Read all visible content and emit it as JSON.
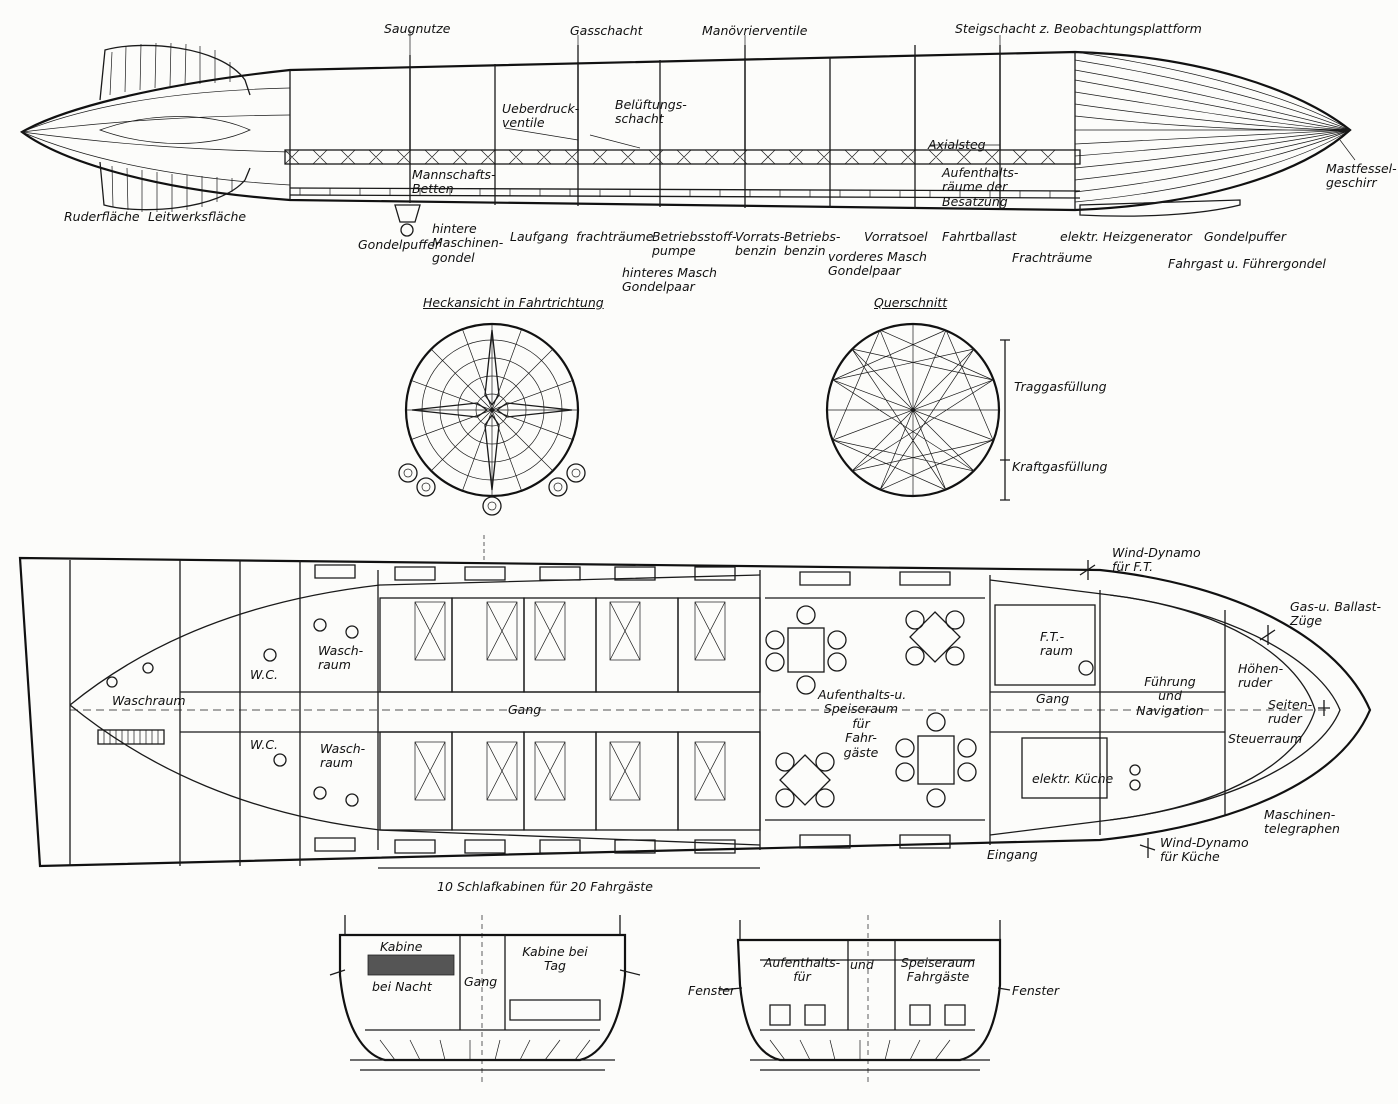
{
  "side_view": {
    "labels": [
      {
        "id": "saugnutze",
        "text": "Saugnutze"
      },
      {
        "id": "gasschacht",
        "text": "Gasschacht"
      },
      {
        "id": "manoevrierventile",
        "text": "Manövrierventile"
      },
      {
        "id": "steigschacht",
        "text": "Steigschacht z. Beobachtungsplattform"
      },
      {
        "id": "ueberdruckventile",
        "text": "Ueberdruck-\nventile"
      },
      {
        "id": "belueftungsschacht",
        "text": "Belüftungs-\nschacht"
      },
      {
        "id": "axialsteg",
        "text": "Axialsteg"
      },
      {
        "id": "mastfesselgeschirr",
        "text": "Mastfessel-\ngeschirr"
      },
      {
        "id": "mannschaftsbetten",
        "text": "Mannschafts-\nBetten"
      },
      {
        "id": "aufenthaltsraeume",
        "text": "Aufenthalts-\nräume der\nBesatzung"
      },
      {
        "id": "ruderflaeche",
        "text": "Ruderfläche"
      },
      {
        "id": "leitwerksflaeche",
        "text": "Leitwerksfläche"
      },
      {
        "id": "hintere_maschinengondel",
        "text": "hintere\nMaschinen-\ngondel"
      },
      {
        "id": "gondelpuffer_hinten",
        "text": "Gondelpuffer"
      },
      {
        "id": "laufgang",
        "text": "Laufgang"
      },
      {
        "id": "frachtraeume_hinten",
        "text": "frachträume"
      },
      {
        "id": "betriebsstoffpumpe",
        "text": "Betriebsstoff-\npumpe"
      },
      {
        "id": "vorratsbenzin",
        "text": "Vorrats-\nbenzin"
      },
      {
        "id": "betriebsbenzin",
        "text": "Betriebs-\nbenzin"
      },
      {
        "id": "hinteres_maschinen_gondelpaar",
        "text": "hinteres Masch\nGondelpaar"
      },
      {
        "id": "vorderes_maschinen_gondelpaar",
        "text": "vorderes Masch\nGondelpaar"
      },
      {
        "id": "vorratsoel",
        "text": "Vorratsoel"
      },
      {
        "id": "fahrtballast",
        "text": "Fahrtballast"
      },
      {
        "id": "heizgenerator",
        "text": "elektr. Heizgenerator"
      },
      {
        "id": "gondelpuffer_vorn",
        "text": "Gondelpuffer"
      },
      {
        "id": "frachtraeume_vorn",
        "text": "Frachträume"
      },
      {
        "id": "fahrgast_fuehrergondel",
        "text": "Fahrgast u. Führergondel"
      }
    ]
  },
  "heckansicht": {
    "title": "Heckansicht in Fahrtrichtung"
  },
  "querschnitt": {
    "title": "Querschnitt",
    "traggas": "Traggasfüllung",
    "kraftgas": "Kraftgasfüllung"
  },
  "gondola_plan": {
    "labels": [
      {
        "id": "wind_dynamo_ft",
        "text": "Wind-Dynamo\nfür F.T."
      },
      {
        "id": "gas_ballast_zuege",
        "text": "Gas-u. Ballast-\nZüge"
      },
      {
        "id": "waschraum_top",
        "text": "Wasch-\nraum"
      },
      {
        "id": "wc_top",
        "text": "W.C."
      },
      {
        "id": "waschraum_aft",
        "text": "Waschraum"
      },
      {
        "id": "aufenthalts_speiseraum",
        "text": "Aufenthalts-u.\nSpeiseraum\nfür\nFahr-\ngäste"
      },
      {
        "id": "ft_raum",
        "text": "F.T.-\nraum"
      },
      {
        "id": "hoehenruder",
        "text": "Höhen-\nruder"
      },
      {
        "id": "fuehrung_navigation",
        "text": "Führung\nund\nNavigation"
      },
      {
        "id": "seitenruder",
        "text": "Seiten-\nruder"
      },
      {
        "id": "gang_mid",
        "text": "Gang"
      },
      {
        "id": "gang_fore",
        "text": "Gang"
      },
      {
        "id": "steuerraum",
        "text": "Steuerraum"
      },
      {
        "id": "wc_bottom",
        "text": "W.C."
      },
      {
        "id": "waschraum_bottom",
        "text": "Wasch-\nraum"
      },
      {
        "id": "elektr_kueche",
        "text": "elektr. Küche"
      },
      {
        "id": "maschinentelegraphen",
        "text": "Maschinen-\ntelegraphen"
      },
      {
        "id": "eingang",
        "text": "Eingang"
      },
      {
        "id": "wind_dynamo_kueche",
        "text": "Wind-Dynamo\nfür Küche"
      },
      {
        "id": "schlafkabinen",
        "text": "10 Schlafkabinen für 20 Fahrgäste"
      }
    ]
  },
  "cabin_section": {
    "kabine_nacht_1": "Kabine",
    "kabine_nacht_2": "bei Nacht",
    "gang": "Gang",
    "kabine_tag": "Kabine bei\nTag"
  },
  "lounge_section": {
    "aufenthalts": "Aufenthalts-\nfür",
    "und": "und",
    "speiseraum": "Speiseraum\nFahrgäste",
    "fenster_left": "Fenster",
    "fenster_right": "Fenster"
  }
}
